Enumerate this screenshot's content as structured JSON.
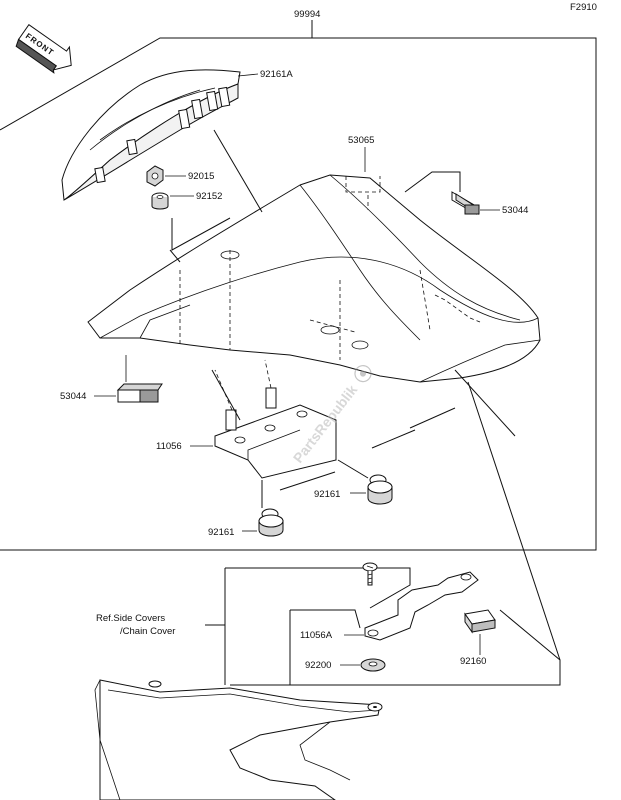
{
  "figure_code": "F2910",
  "front_badge": "FRONT",
  "watermark": "PartsRepublik",
  "labels": {
    "kit": "99994",
    "cowl_pad": "92161A",
    "nut": "92015",
    "collar": "92152",
    "cover": "53065",
    "damper_right": "53044",
    "damper_left": "53044",
    "bracket": "11056",
    "rubber_right": "92161",
    "rubber_left": "92161",
    "bracket_a": "11056A",
    "washer": "92200",
    "pad": "92160",
    "ref_line1": "Ref.Side Covers",
    "ref_line2": "/Chain Cover"
  },
  "colors": {
    "line": "#111111",
    "fill": "#ffffff",
    "shade": "#d6d6d6",
    "watermark": "#b9b9b9"
  }
}
